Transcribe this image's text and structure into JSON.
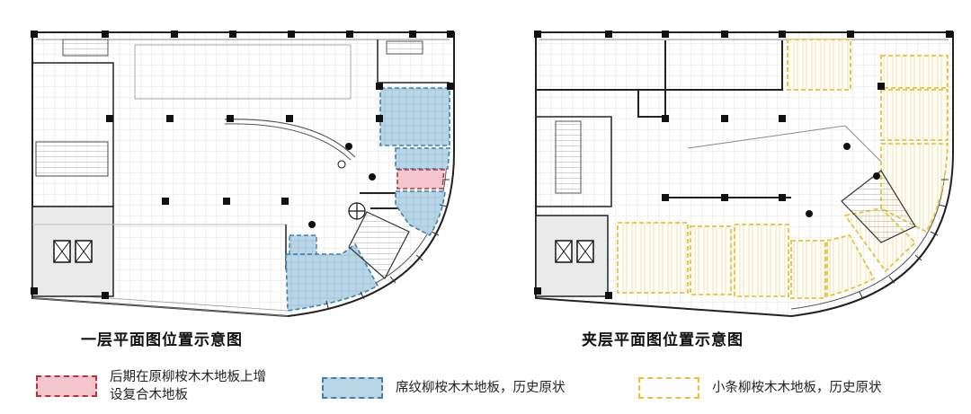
{
  "plans": [
    {
      "id": "ground",
      "title": "一层平面图位置示意图"
    },
    {
      "id": "mezzanine",
      "title": "夹层平面图位置示意图"
    }
  ],
  "legend": [
    {
      "label_line1": "后期在原柳桉木木地板上增",
      "label_line2": "设复合木地板",
      "fill": "#f4c6cc",
      "stroke": "#b7303f"
    },
    {
      "label_line1": "席纹柳桉木木地板，历史原状",
      "label_line2": "",
      "fill": "#b8d6e6",
      "stroke": "#3f7fae"
    },
    {
      "label_line1": "小条柳桉木木地板，历史原状",
      "label_line2": "",
      "fill": "#ffffff",
      "stroke": "#e8c23a"
    }
  ],
  "colors": {
    "wall": "#111111",
    "grid": "#d9d9d9",
    "blue_fill": "#b8d6e6",
    "blue_stroke": "#3f7fae",
    "red_fill": "#f4c6cc",
    "red_stroke": "#b7303f",
    "yellow_stroke": "#e8c23a",
    "yellow_fill": "#fffbe6"
  }
}
